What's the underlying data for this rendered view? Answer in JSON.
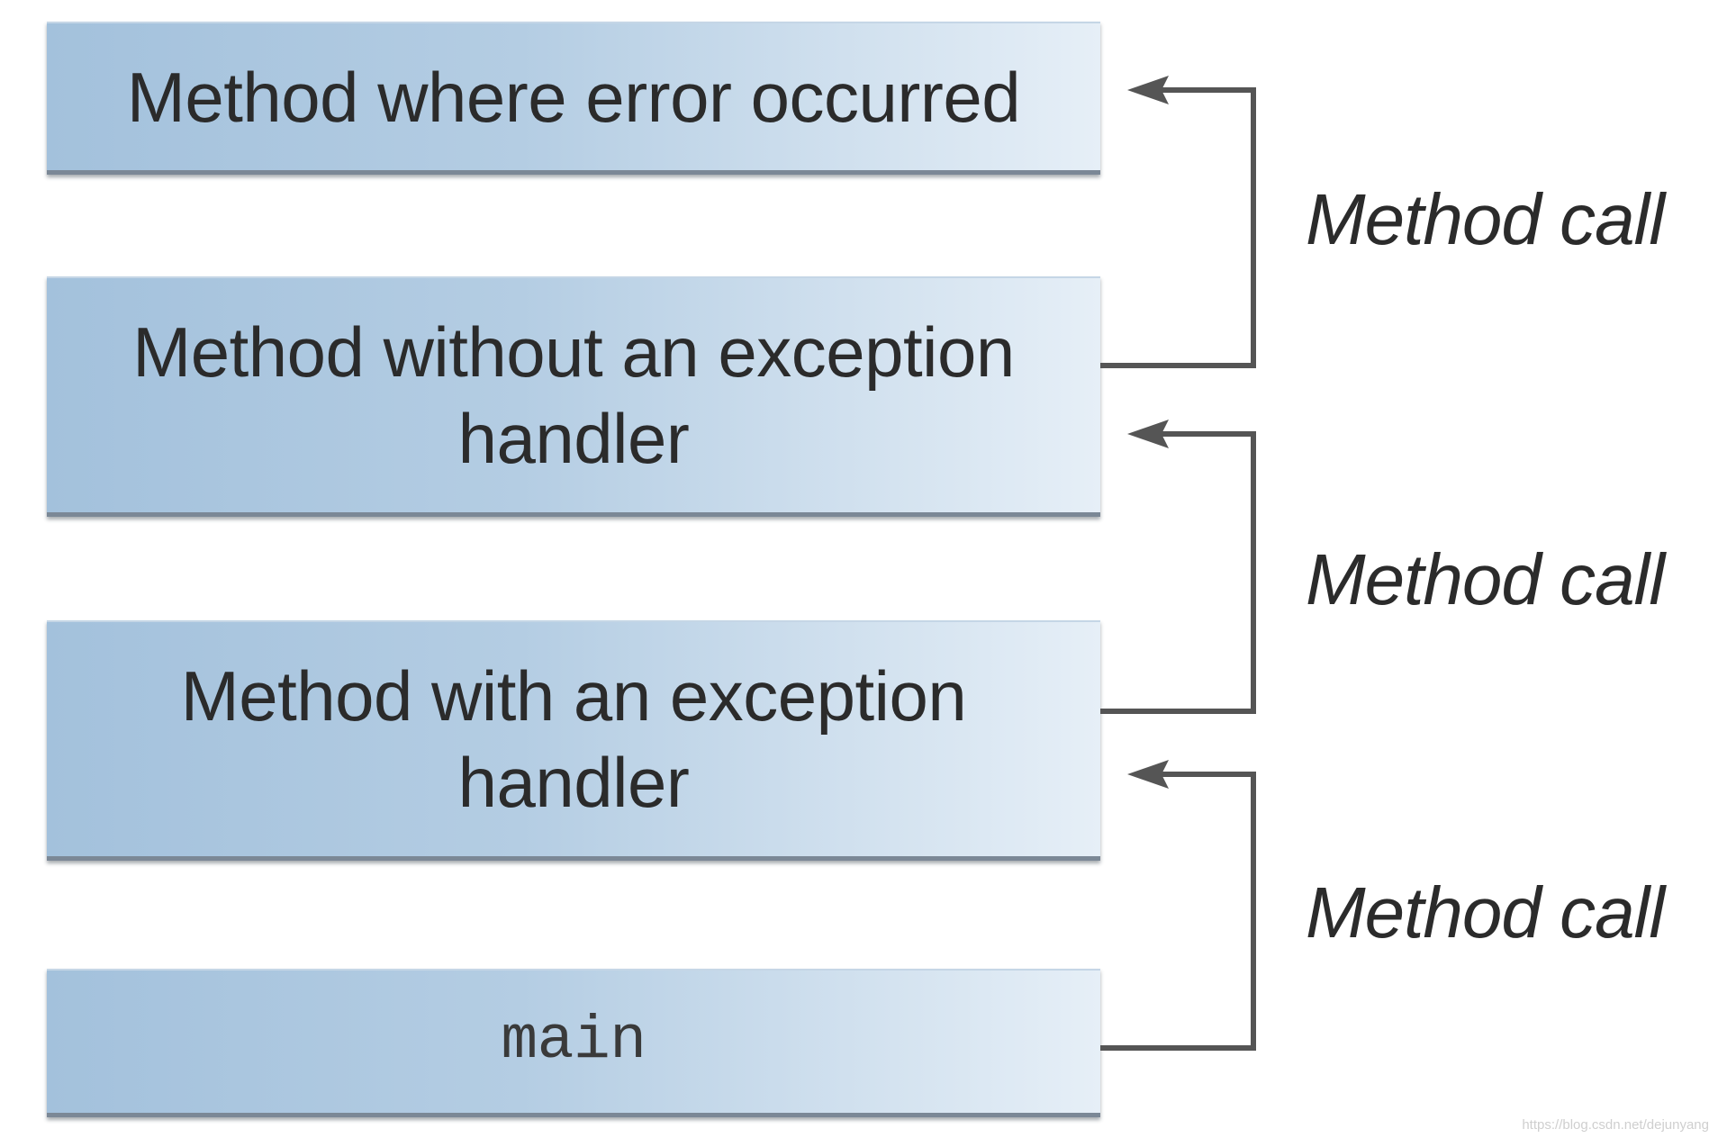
{
  "diagram": {
    "stack": [
      {
        "label": "Method where error occurred",
        "style": "sans"
      },
      {
        "label": "Method without an exception handler",
        "style": "sans"
      },
      {
        "label": "Method with an exception handler",
        "style": "sans"
      },
      {
        "label": "main",
        "style": "mono"
      }
    ],
    "call_labels": [
      "Method call",
      "Method call",
      "Method call"
    ],
    "colors": {
      "box_gradient_start": "#a3c1dc",
      "box_gradient_end": "#e6eff7",
      "arrow": "#555555",
      "text": "#2b2b2b"
    }
  },
  "watermark": "https://blog.csdn.net/dejunyang"
}
